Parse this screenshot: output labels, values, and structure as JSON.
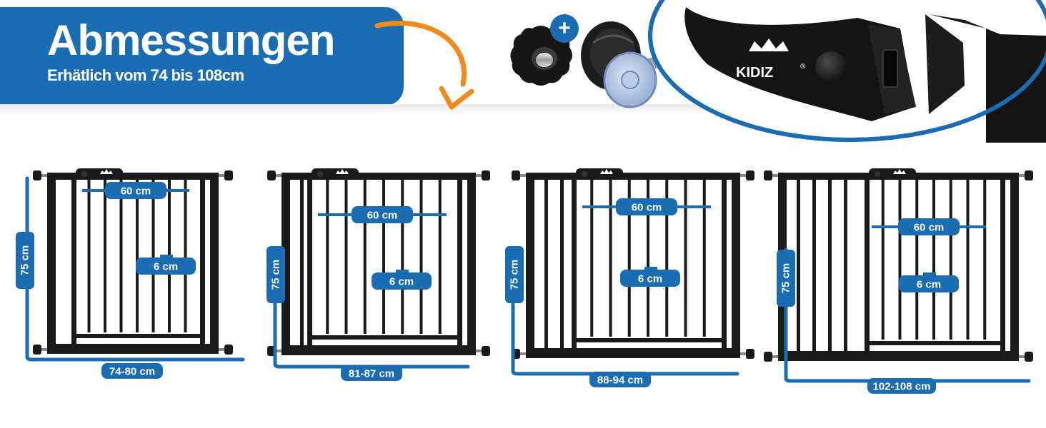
{
  "header": {
    "title": "Abmessungen",
    "subtitle": "Erhätlich vom 74 bis 108cm"
  },
  "brand": {
    "logo_text": "KIDIZ",
    "registered_mark": "®"
  },
  "accessories": {
    "plus_symbol": "+"
  },
  "gates": [
    {
      "height_label": "75 cm",
      "opening_label": "60 cm",
      "bar_gap_label": "6 cm",
      "width_label": "74-80 cm"
    },
    {
      "height_label": "75 cm",
      "opening_label": "60 cm",
      "bar_gap_label": "6 cm",
      "width_label": "81-87 cm"
    },
    {
      "height_label": "75 cm",
      "opening_label": "60 cm",
      "bar_gap_label": "6 cm",
      "width_label": "88-94 cm"
    },
    {
      "height_label": "75 cm",
      "opening_label": "60 cm",
      "bar_gap_label": "6 cm",
      "width_label": "102-108 cm"
    }
  ],
  "colors": {
    "brand_blue": "#1a6cb3",
    "arrow_orange": "#f08a1c",
    "gate_black": "#1a1a1a"
  }
}
